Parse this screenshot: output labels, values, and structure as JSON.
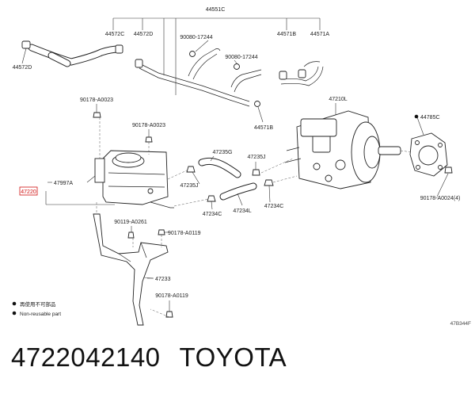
{
  "diagram": {
    "labels": {
      "p44551C": "44551C",
      "p44572C": "44572C",
      "p44572D_top": "44572D",
      "p44572D_left": "44572D",
      "p90080_a": "90080-17244",
      "p90080_b": "90080-17244",
      "p44571B_top": "44571B",
      "p44571A": "44571A",
      "p90178_A0023_a": "90178-A0023",
      "p90178_A0023_b": "90178-A0023",
      "p47210L": "47210L",
      "p44571B_mid": "44571B",
      "p44785C": "44785C",
      "p47235G": "47235G",
      "p47235J_a": "47235J",
      "p47235J_b": "47235J",
      "p47997A": "47997A",
      "p47220": "47220",
      "p47234C_a": "47234C",
      "p47234L": "47234L",
      "p47234C_b": "47234C",
      "p90178_A0024": "90178-A0024(4)",
      "p90119_A0261": "90119-A0261",
      "p90178_A0119_a": "90178-A0119",
      "p47233": "47233",
      "p90178_A0119_b": "90178-A0119"
    },
    "legend": {
      "reuse_jp": "再使用不可部品",
      "non_reusable": "Non-reusable part"
    },
    "ref_code": "47B344F"
  },
  "caption": {
    "part_number": "4722042140",
    "brand": "TOYOTA"
  },
  "colors": {
    "highlight": "#d01010",
    "line": "#333333"
  }
}
